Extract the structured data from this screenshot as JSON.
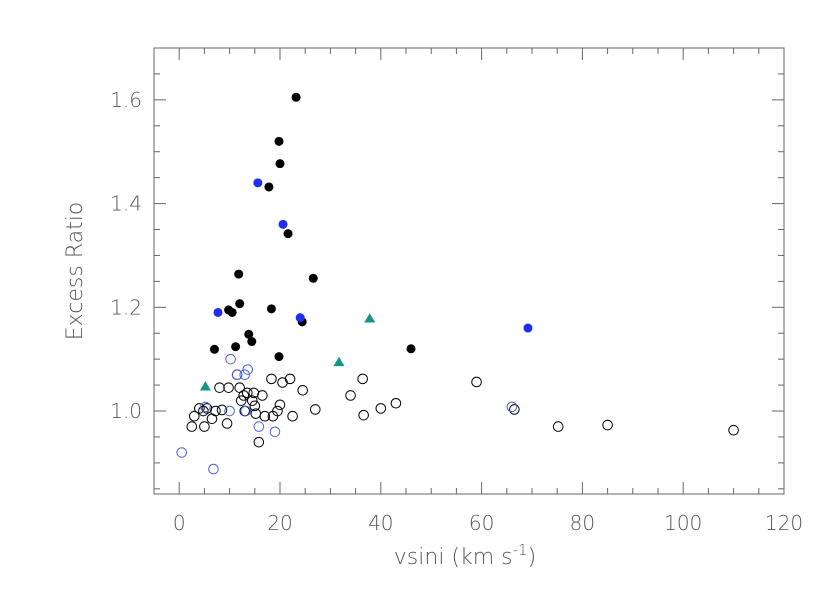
{
  "chart_data": {
    "type": "scatter",
    "title": "",
    "xlabel": "vsini (km s",
    "xlabel_sup": "-1",
    "xlabel_close": ")",
    "ylabel": "Excess Ratio",
    "xlim": [
      -5,
      120
    ],
    "ylim": [
      0.84,
      1.7
    ],
    "xticks": [
      0,
      20,
      40,
      60,
      80,
      100,
      120
    ],
    "yticks": [
      1.0,
      1.2,
      1.4,
      1.6
    ],
    "ytick_labels": [
      "1.0",
      "1.2",
      "1.4",
      "1.6"
    ],
    "grid": false,
    "legend": "none",
    "colors": {
      "black": "#000000",
      "blue": "#1f2ff2",
      "light_blue": "#4a63d6",
      "teal": "#17948a",
      "axis": "#666666"
    },
    "series": [
      {
        "marker": "filled-circle",
        "color": "#000000",
        "points": [
          [
            23.2,
            1.605
          ],
          [
            19.8,
            1.52
          ],
          [
            20.0,
            1.477
          ],
          [
            17.8,
            1.432
          ],
          [
            21.6,
            1.342
          ],
          [
            26.6,
            1.256
          ],
          [
            11.8,
            1.264
          ],
          [
            12.0,
            1.207
          ],
          [
            18.3,
            1.197
          ],
          [
            9.8,
            1.195
          ],
          [
            10.5,
            1.19
          ],
          [
            24.4,
            1.172
          ],
          [
            13.8,
            1.148
          ],
          [
            14.4,
            1.134
          ],
          [
            11.2,
            1.124
          ],
          [
            7.0,
            1.119
          ],
          [
            46.0,
            1.12
          ],
          [
            19.8,
            1.105
          ]
        ]
      },
      {
        "marker": "filled-circle",
        "color": "#1f2ff2",
        "points": [
          [
            15.6,
            1.44
          ],
          [
            20.6,
            1.36
          ],
          [
            7.7,
            1.19
          ],
          [
            24.0,
            1.18
          ],
          [
            69.2,
            1.16
          ]
        ]
      },
      {
        "marker": "filled-triangle",
        "color": "#17948a",
        "points": [
          [
            37.8,
            1.178
          ],
          [
            31.7,
            1.094
          ],
          [
            5.2,
            1.047
          ]
        ]
      },
      {
        "marker": "open-circle",
        "color": "#000000",
        "points": [
          [
            3.0,
            0.99
          ],
          [
            4.0,
            1.005
          ],
          [
            4.8,
            1.0
          ],
          [
            5.5,
            1.005
          ],
          [
            2.5,
            0.97
          ],
          [
            5.0,
            0.97
          ],
          [
            6.5,
            0.985
          ],
          [
            7.2,
            1.0
          ],
          [
            8.0,
            1.045
          ],
          [
            8.5,
            1.002
          ],
          [
            9.5,
            0.976
          ],
          [
            9.8,
            1.045
          ],
          [
            11.5,
            1.07
          ],
          [
            12.0,
            1.045
          ],
          [
            12.3,
            1.02
          ],
          [
            12.8,
            1.03
          ],
          [
            13.0,
            1.0
          ],
          [
            13.5,
            1.035
          ],
          [
            14.5,
            1.02
          ],
          [
            14.8,
            1.035
          ],
          [
            15.0,
            1.01
          ],
          [
            15.2,
            0.995
          ],
          [
            15.8,
            0.94
          ],
          [
            16.5,
            1.03
          ],
          [
            17.0,
            0.99
          ],
          [
            18.3,
            1.062
          ],
          [
            18.6,
            0.99
          ],
          [
            19.5,
            1.0
          ],
          [
            20.0,
            1.012
          ],
          [
            20.5,
            1.055
          ],
          [
            22.0,
            1.062
          ],
          [
            22.5,
            0.99
          ],
          [
            24.5,
            1.04
          ],
          [
            27.0,
            1.003
          ],
          [
            34.0,
            1.03
          ],
          [
            36.4,
            1.062
          ],
          [
            36.6,
            0.992
          ],
          [
            40.0,
            1.005
          ],
          [
            43.0,
            1.015
          ],
          [
            59.0,
            1.056
          ],
          [
            66.5,
            1.003
          ],
          [
            75.2,
            0.97
          ],
          [
            85.0,
            0.973
          ],
          [
            110.0,
            0.963
          ]
        ]
      },
      {
        "marker": "open-circle",
        "color": "#4a63d6",
        "points": [
          [
            0.5,
            0.92
          ],
          [
            6.8,
            0.888
          ],
          [
            10.2,
            1.1
          ],
          [
            11.5,
            1.07
          ],
          [
            13.0,
            1.07
          ],
          [
            13.6,
            1.08
          ],
          [
            10.0,
            1.0
          ],
          [
            13.2,
            1.0
          ],
          [
            5.2,
            1.008
          ],
          [
            15.8,
            0.97
          ],
          [
            19.0,
            0.96
          ],
          [
            66.0,
            1.008
          ]
        ]
      }
    ]
  }
}
